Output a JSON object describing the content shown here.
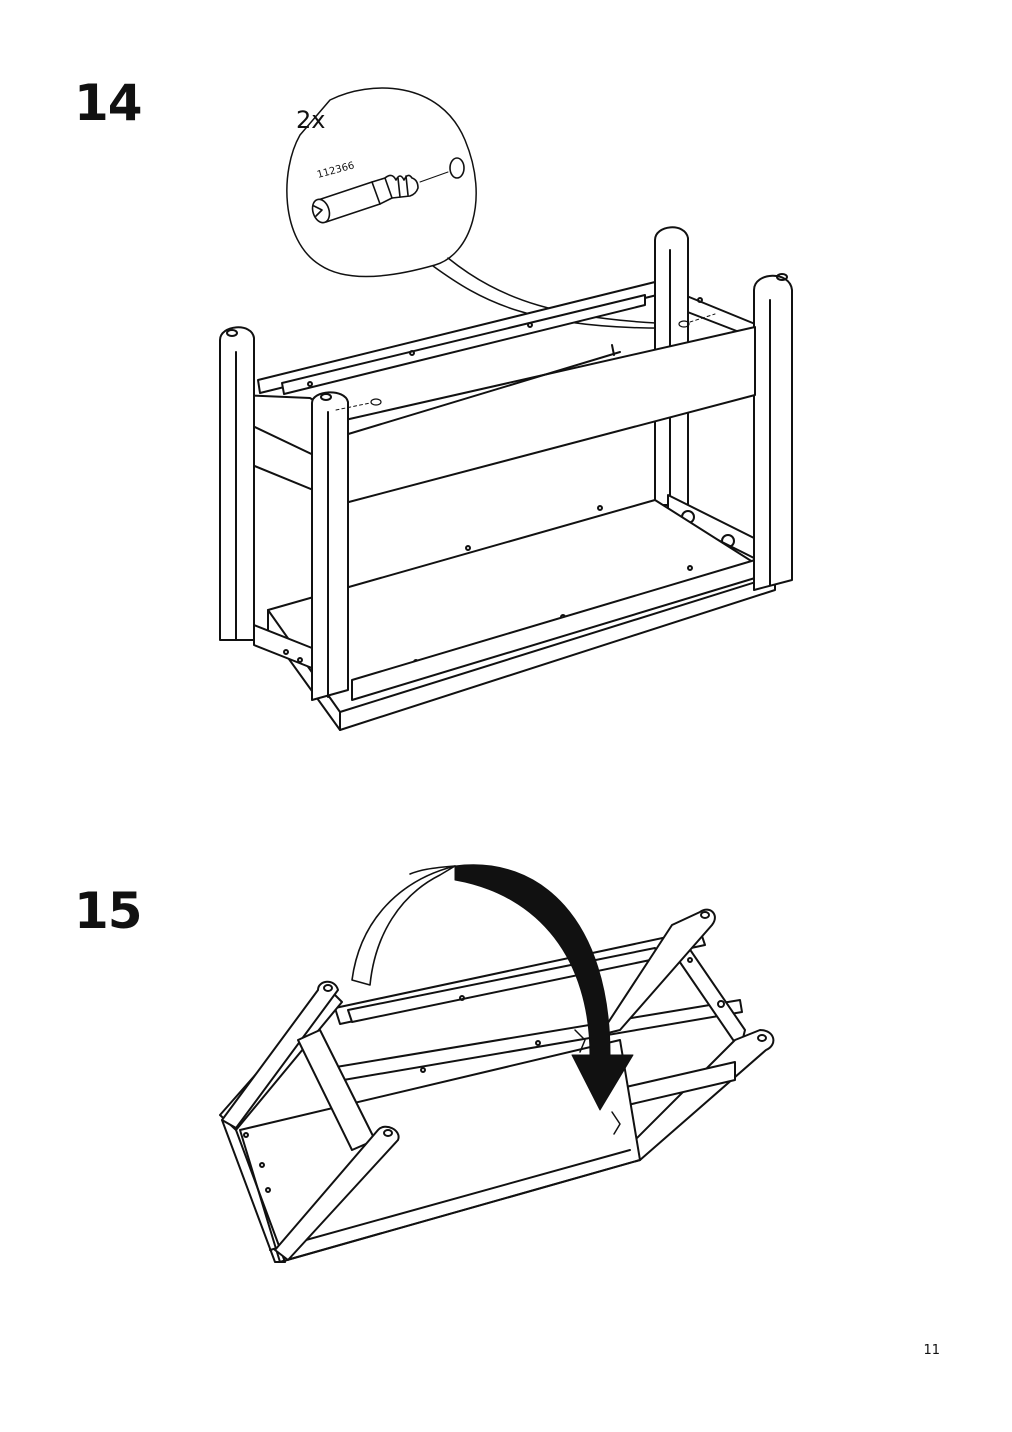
{
  "steps": [
    {
      "number": "14",
      "quantity": "2x",
      "part_number": "112366",
      "illustration": "install-dowels-into-bench-frame"
    },
    {
      "number": "15",
      "illustration": "flip-bench-over"
    }
  ],
  "page_number": "11",
  "colors": {
    "ink": "#111111",
    "background": "#ffffff"
  },
  "icons": [
    "dowel-icon",
    "dowel-hole-icon",
    "rotation-arrow-icon"
  ]
}
